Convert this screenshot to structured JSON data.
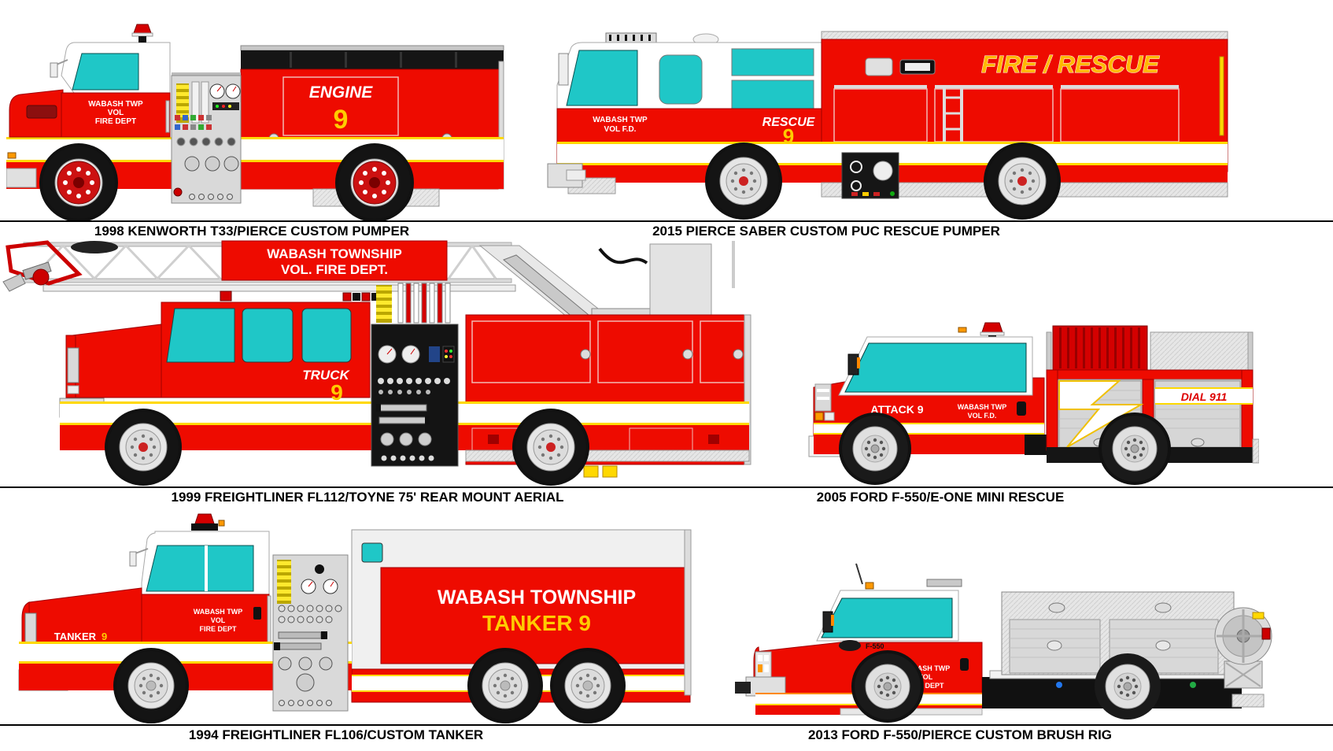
{
  "colors": {
    "apparatus_red": "#ee0b00",
    "glass_teal": "#1fc7c7",
    "stripe_yellow": "#ffd800",
    "lettering_yellow": "#ffcc00",
    "panel_gray": "#d9d9d9",
    "pump_black": "#141414",
    "caption_black": "#000000"
  },
  "trucks": [
    {
      "id": "engine9",
      "caption": "1998 KENWORTH T33/PIERCE CUSTOM PUMPER",
      "door_line1": "WABASH TWP",
      "door_line2": "VOL",
      "door_line3": "FIRE DEPT",
      "unit_name": "ENGINE",
      "unit_number": "9"
    },
    {
      "id": "rescue9",
      "caption": "2015 PIERCE SABER CUSTOM PUC RESCUE PUMPER",
      "door_line1": "WABASH TWP",
      "door_line2": "VOL F.D.",
      "unit_name": "RESCUE",
      "unit_number": "9",
      "body_banner": "FIRE / RESCUE"
    },
    {
      "id": "truck9",
      "caption": "1999 FREIGHTLINER FL112/TOYNE 75' REAR MOUNT AERIAL",
      "ladder_line1": "WABASH TOWNSHIP",
      "ladder_line2": "VOL. FIRE DEPT.",
      "unit_name": "TRUCK",
      "unit_number": "9"
    },
    {
      "id": "attack9",
      "caption": "2005 FORD F-550/E-ONE MINI RESCUE",
      "hood_text": "ATTACK 9",
      "door_line1": "WABASH TWP",
      "door_line2": "VOL F.D.",
      "body_text": "DIAL 911"
    },
    {
      "id": "tanker9",
      "caption": "1994 FREIGHTLINER FL106/CUSTOM TANKER",
      "hood_name": "TANKER",
      "hood_number": "9",
      "door_line1": "WABASH TWP",
      "door_line2": "VOL",
      "door_line3": "FIRE DEPT",
      "tank_line1": "WABASH TOWNSHIP",
      "tank_line2": "TANKER 9"
    },
    {
      "id": "brush9",
      "caption": "2013 FORD F-550/PIERCE CUSTOM BRUSH RIG",
      "hood_badge": "F-550",
      "door_line1": "WABASH TWP",
      "door_line2": "VOL",
      "door_line3": "FIRE DEPT"
    }
  ]
}
